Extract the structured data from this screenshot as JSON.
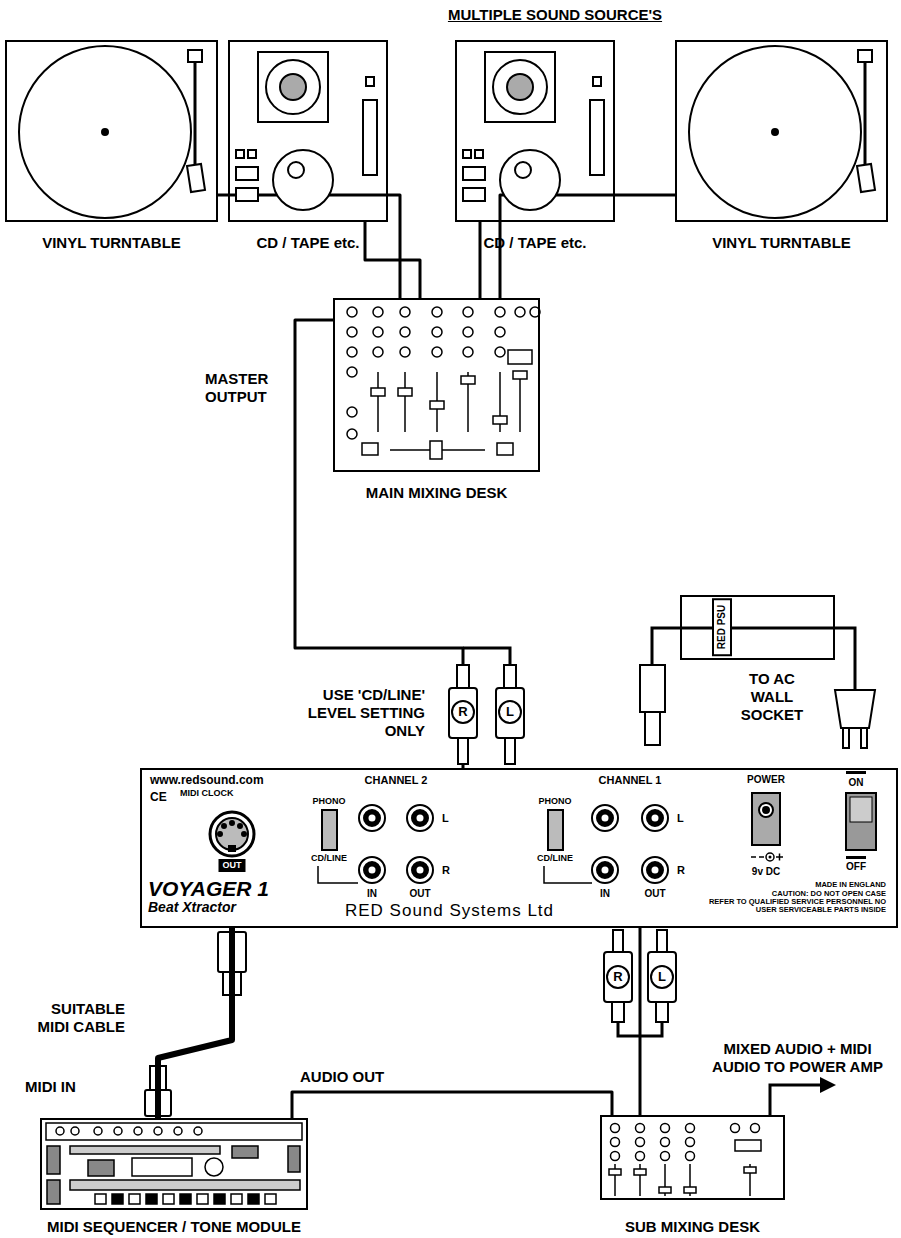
{
  "diagram": {
    "title": "MULTIPLE SOUND SOURCE'S",
    "nodes": [
      {
        "text": [
          "VINYL TURNTABLE"
        ]
      },
      {
        "text": [
          "CD / TAPE etc."
        ]
      },
      {
        "text": [
          "CD / TAPE etc."
        ]
      },
      {
        "text": [
          "VINYL TURNTABLE"
        ]
      },
      {
        "text": [
          "MAIN MIXING DESK"
        ]
      },
      {
        "text": [
          "RED PSU"
        ]
      },
      {
        "text": [
          "www.redsound.com",
          "CE",
          "MIDI CLOCK",
          "OUT",
          "VOYAGER 1",
          "Beat Xtractor",
          "RED Sound Systems Ltd",
          "PHONO",
          "CD/LINE",
          "CHANNEL 2",
          "IN",
          "OUT",
          "L",
          "R",
          "PHONO",
          "CD/LINE",
          "CHANNEL 1",
          "IN",
          "OUT",
          "L",
          "R",
          "POWER",
          "9v DC",
          "ON",
          "OFF",
          "MADE IN ENGLAND",
          "CAUTION: DO NOT OPEN CASE",
          "REFER TO QUALIFIED SERVICE PERSONNEL NO USER SERVICEABLE PARTS INSIDE"
        ]
      },
      {
        "text": [
          "MIDI SEQUENCER / TONE MODULE"
        ]
      },
      {
        "text": [
          "SUB MIXING DESK"
        ]
      }
    ],
    "edges": [
      {
        "from": 0,
        "to": 4,
        "arrow": "none"
      },
      {
        "from": 1,
        "to": 4,
        "arrow": "none"
      },
      {
        "from": 2,
        "to": 4,
        "arrow": "none"
      },
      {
        "from": 3,
        "to": 4,
        "arrow": "none"
      },
      {
        "from": 4,
        "to": 6,
        "label": "MASTER OUTPUT",
        "arrow": "none"
      },
      {
        "from": 6,
        "to": 7,
        "label": "SUITABLE MIDI CABLE",
        "arrow": "none"
      },
      {
        "from": 7,
        "to": 8,
        "label": "AUDIO OUT",
        "arrow": "none"
      },
      {
        "from": 6,
        "to": 8,
        "arrow": "none"
      }
    ],
    "labels": [
      "USE 'CD/LINE' LEVEL SETTING ONLY",
      "R",
      "L",
      "TO AC WALL SOCKET",
      "R",
      "L",
      "MIDI IN",
      "MIXED AUDIO + MIDI AUDIO TO POWER AMP"
    ]
  }
}
